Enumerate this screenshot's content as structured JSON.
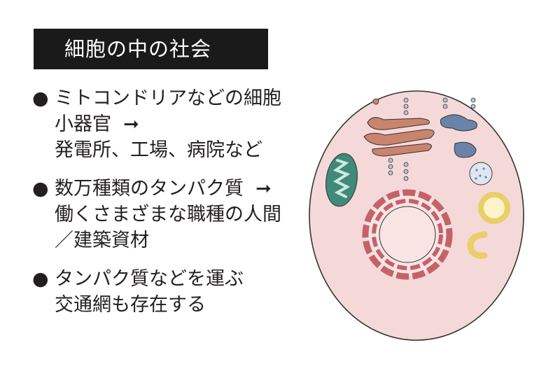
{
  "title": "細胞の中の社会",
  "bullet_symbol": "●",
  "arrow": "➞",
  "bullets": [
    {
      "lines": [
        "ミトコンドリアなどの細胞",
        "小器官",
        "発電所、工場、病院など"
      ]
    },
    {
      "lines": [
        "数万種類のタンパク質",
        "働くさまざまな職種の人間",
        "／建築資材"
      ]
    },
    {
      "lines": [
        "タンパク質などを運ぶ",
        "交通網も存在する"
      ]
    }
  ],
  "colors": {
    "cytoplasm": "#f5d9d9",
    "nucleus": "#cf6b70",
    "golgi": "#c9846e",
    "mitochondria": "#3f8a78",
    "vesicle_blue": "#6b83a8",
    "vesicle_yellow": "#e8cf68"
  }
}
